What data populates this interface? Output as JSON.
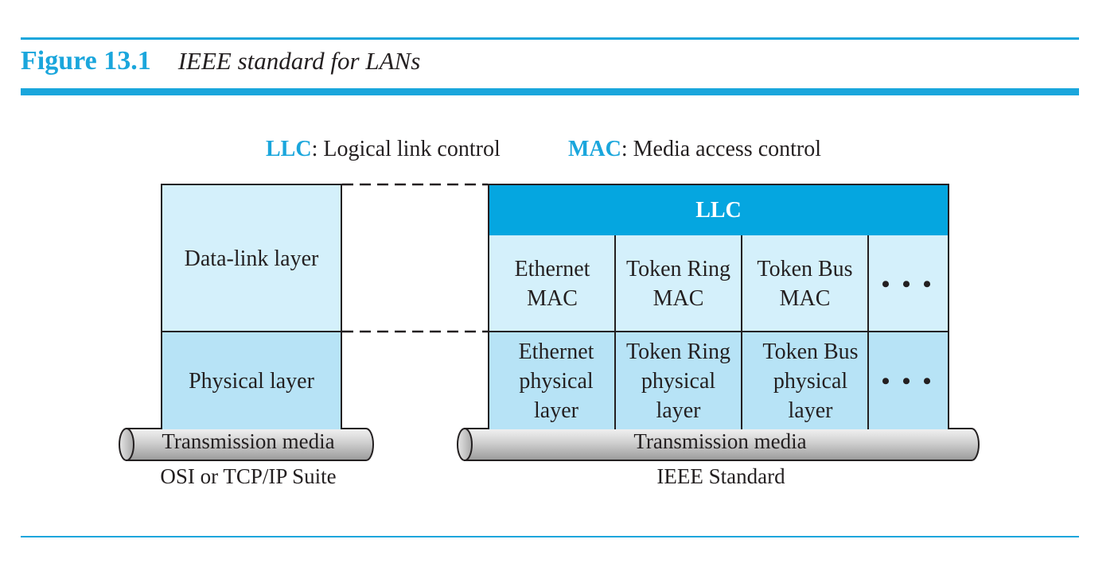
{
  "figure": {
    "number": "Figure 13.1",
    "title": "IEEE standard for LANs"
  },
  "legend": [
    {
      "abbr": "LLC",
      "definition": ": Logical link control"
    },
    {
      "abbr": "MAC",
      "definition": ": Media access control"
    }
  ],
  "osi": {
    "data_link": "Data-link layer",
    "physical": "Physical layer",
    "media": "Transmission media",
    "caption": "OSI or TCP/IP Suite"
  },
  "ieee": {
    "llc": "LLC",
    "mac": [
      [
        "Ethernet",
        "MAC"
      ],
      [
        "Token Ring",
        "MAC"
      ],
      [
        "Token Bus",
        "MAC"
      ],
      [
        "• • •"
      ]
    ],
    "physical": [
      [
        "Ethernet",
        "physical",
        "layer"
      ],
      [
        "Token Ring",
        "physical",
        "layer"
      ],
      [
        "Token Bus",
        "physical",
        "layer"
      ],
      [
        "• • •"
      ]
    ],
    "media": "Transmission media",
    "caption": "IEEE Standard"
  },
  "colors": {
    "accent": "#1aa6dc",
    "llc_fill": "#05a6e0",
    "light_fill": "#d4f0fb",
    "physical_fill": "#b7e3f6",
    "media_fill": "#d0d0d0"
  }
}
